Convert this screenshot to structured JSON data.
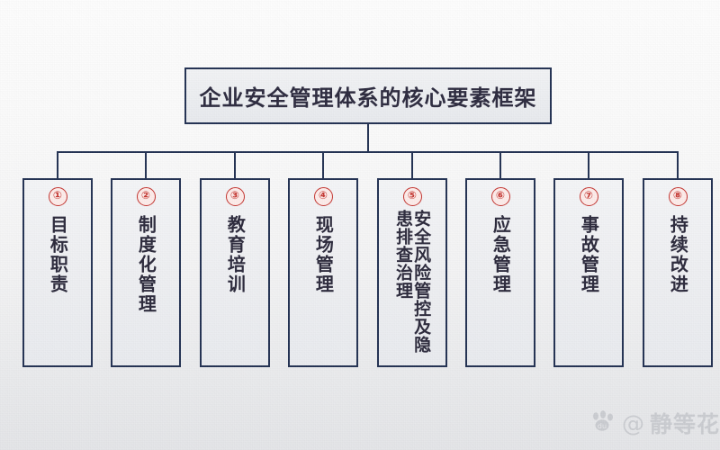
{
  "diagram": {
    "title": "企业安全管理体系的核心要素框架",
    "nodes": [
      {
        "num": "①",
        "label": "目标职责"
      },
      {
        "num": "②",
        "label": "制度化管理"
      },
      {
        "num": "③",
        "label": "教育培训"
      },
      {
        "num": "④",
        "label": "现场管理"
      },
      {
        "num": "⑤",
        "label": "安全风险管控及隐患排查治理"
      },
      {
        "num": "⑥",
        "label": "应急管理"
      },
      {
        "num": "⑦",
        "label": "事故管理"
      },
      {
        "num": "⑧",
        "label": "持续改进"
      }
    ]
  },
  "watermark": {
    "at": "@",
    "text": "静等花"
  },
  "colors": {
    "border": "#233253",
    "text": "#2c2a3c",
    "number": "#c4342f",
    "number_fill": "#fdecea",
    "box_fill": "#eff0f3",
    "background": "#f4f4f5"
  }
}
